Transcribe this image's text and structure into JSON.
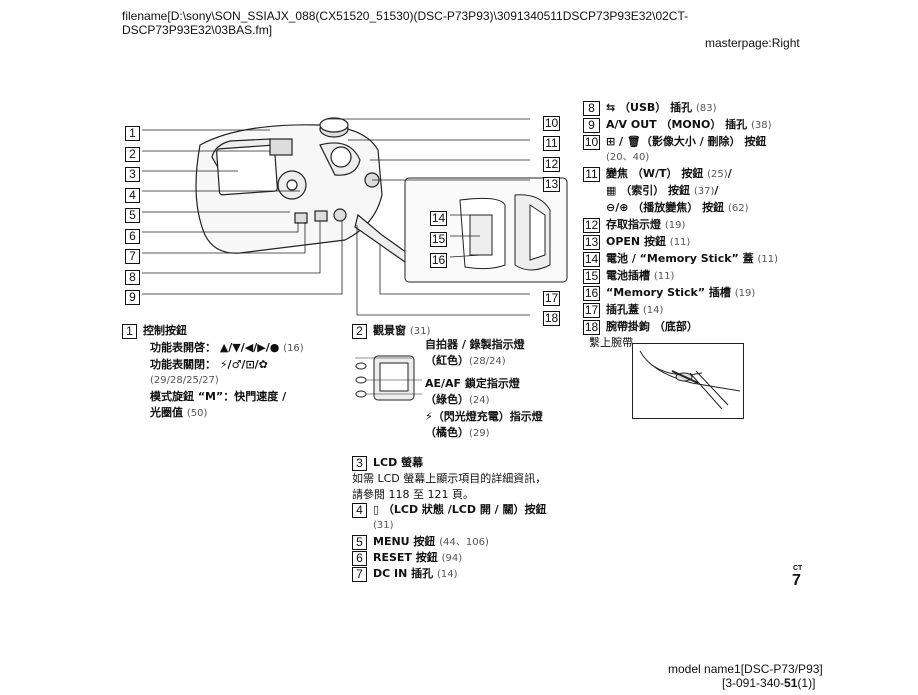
{
  "header": {
    "filename_line1": "filename[D:\\sony\\SON_SSIAJX_088(CX51520_51530)(DSC-P73P93)\\3091340511DSCP73P93E32\\02CT-",
    "filename_line2": "DSCP73P93E32\\03BAS.fm]",
    "masterpage": "masterpage:Right"
  },
  "callouts_left": [
    "1",
    "2",
    "3",
    "4",
    "5",
    "6",
    "7",
    "8",
    "9"
  ],
  "callouts_right": [
    "10",
    "11",
    "12",
    "13",
    "17",
    "18"
  ],
  "callouts_inset": [
    "14",
    "15",
    "16"
  ],
  "col1": {
    "e1_num": "1",
    "e1_title": "控制按鈕",
    "e1_l1": "功能表開啓： ▲/▼/◀/▶/● ",
    "e1_l1_ref": "(16)",
    "e1_l2": "功能表關閉： ⚡/♂/⊡/✿",
    "e1_l3_ref": "(29/28/25/27)",
    "e1_l4": "模式旋鈕 “M”：快門速度 /",
    "e1_l5": "光圈值 ",
    "e1_l5_ref": "(50)"
  },
  "col2": {
    "e2_num": "2",
    "e2_title": "觀景窗 ",
    "e2_ref": "(31)",
    "vf_l1": "自拍器 / 錄製指示燈",
    "vf_l2": "（紅色）",
    "vf_l2_ref": "(28/24)",
    "vf_l3": "AE/AF 鎖定指示燈",
    "vf_l4": "（綠色）",
    "vf_l4_ref": "(24)",
    "vf_l5": "⚡（閃光燈充電）指示燈",
    "vf_l6": "（橘色）",
    "vf_l6_ref": "(29)",
    "e3_num": "3",
    "e3_title": "LCD 螢幕",
    "e3_p1": "如需 LCD 螢幕上顯示項目的詳細資訊，",
    "e3_p2": "請參閱 118 至 121 頁。",
    "e4_num": "4",
    "e4_title": "▯ （LCD 狀態 /LCD 開 / 關）按鈕",
    "e4_ref": "(31)",
    "e5_num": "5",
    "e5_title": "MENU 按鈕 ",
    "e5_ref": "(44、106)",
    "e6_num": "6",
    "e6_title": "RESET 按鈕 ",
    "e6_ref": "(94)",
    "e7_num": "7",
    "e7_title": "DC IN 插孔 ",
    "e7_ref": "(14)"
  },
  "col3": {
    "e8_num": "8",
    "e8_title": "⇆ （USB） 插孔 ",
    "e8_ref": "(83)",
    "e9_num": "9",
    "e9_title": "A/V OUT （MONO） 插孔 ",
    "e9_ref": "(38)",
    "e10_num": "10",
    "e10_title": "⊞ / 🗑（影像大小 / 刪除） 按鈕",
    "e10_ref": "(20、40)",
    "e11_num": "11",
    "e11_title": "變焦 （W/T） 按鈕 ",
    "e11_ref": "(25)",
    "e11_l2": "▦ （索引） 按鈕 ",
    "e11_l2_ref": "(37)",
    "e11_l3": "⊖/⊕ （播放變焦） 按鈕 ",
    "e11_l3_ref": "(62)",
    "e12_num": "12",
    "e12_title": "存取指示燈 ",
    "e12_ref": "(19)",
    "e13_num": "13",
    "e13_title": "OPEN 按鈕 ",
    "e13_ref": "(11)",
    "e14_num": "14",
    "e14_title": "電池 / “Memory Stick” 蓋 ",
    "e14_ref": "(11)",
    "e15_num": "15",
    "e15_title": "電池插槽 ",
    "e15_ref": "(11)",
    "e16_num": "16",
    "e16_title": "“Memory Stick” 插槽 ",
    "e16_ref": "(19)",
    "e17_num": "17",
    "e17_title": "插孔蓋 ",
    "e17_ref": "(14)",
    "e18_num": "18",
    "e18_title": "腕帶掛鉤 （底部）",
    "e18_p": "繫上腕帶。"
  },
  "footer": {
    "ct": "CT",
    "page": "7",
    "model_line1": "model name1[DSC-P73/P93]",
    "model_line2_a": "[3-091-340-",
    "model_line2_b": "51",
    "model_line2_c": "(1)]"
  }
}
